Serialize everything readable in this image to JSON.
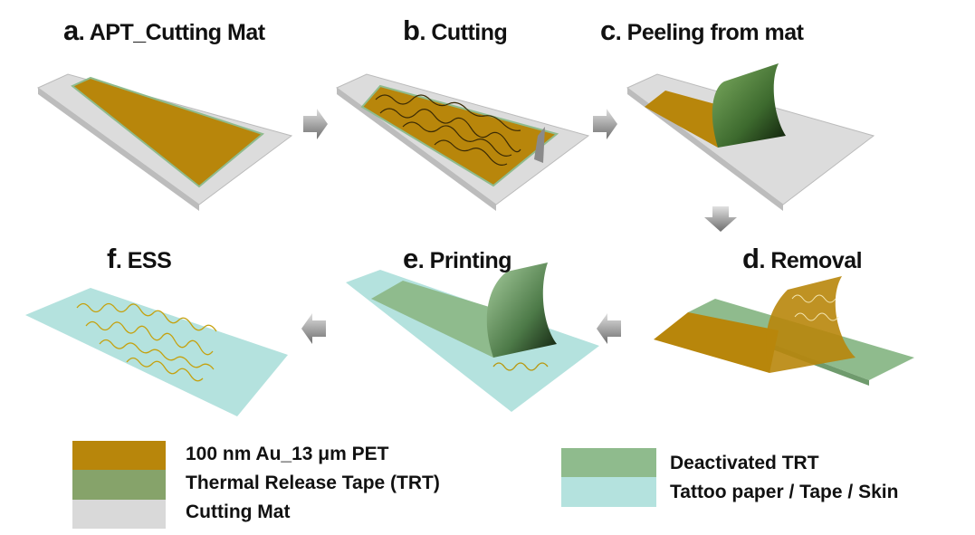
{
  "steps": [
    {
      "letter": "a",
      "label": ". APT_Cutting Mat"
    },
    {
      "letter": "b",
      "label": ". Cutting"
    },
    {
      "letter": "c",
      "label": ". Peeling from mat"
    },
    {
      "letter": "d",
      "label": ". Removal"
    },
    {
      "letter": "e",
      "label": ". Printing"
    },
    {
      "letter": "f",
      "label": ". ESS"
    }
  ],
  "legend": [
    {
      "label": "100 nm Au_13 μm PET",
      "color": "#b8860b"
    },
    {
      "label": "Thermal Release Tape (TRT)",
      "color": "#86a36a"
    },
    {
      "label": "Cutting Mat",
      "color": "#d9d9d9"
    },
    {
      "label": "Deactivated TRT",
      "color": "#8fbb8d"
    },
    {
      "label": "Tattoo paper / Tape / Skin",
      "color": "#b4e2de"
    }
  ]
}
